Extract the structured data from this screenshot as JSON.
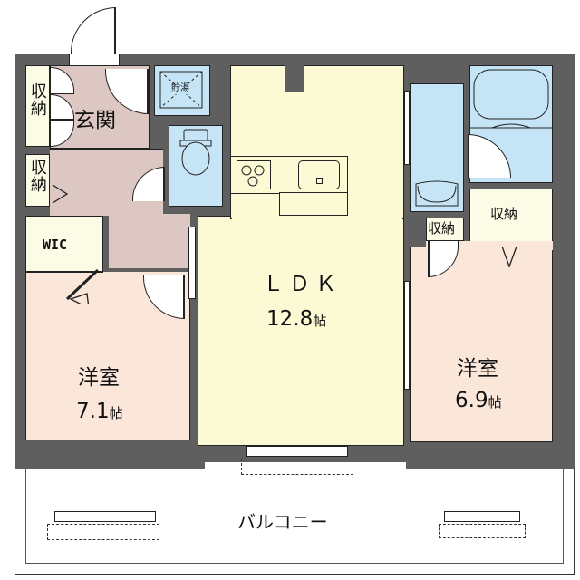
{
  "floorplan": {
    "colors": {
      "wall": "#5f5f5f",
      "storage": "#fcfbe6",
      "entrance": "#ddc7c3",
      "wet_area": "#c5e5f7",
      "ldk": "#fbfad4",
      "bedroom": "#fbe6da"
    },
    "rooms": {
      "ldk": {
        "name": "ＬＤＫ",
        "size": "12.8",
        "unit": "帖"
      },
      "western_left": {
        "name": "洋室",
        "size": "7.1",
        "unit": "帖"
      },
      "western_right": {
        "name": "洋室",
        "size": "6.9",
        "unit": "帖"
      },
      "entrance": {
        "name": "玄関"
      },
      "wic": {
        "name": "WIC"
      },
      "water_heater": {
        "name": "貯湯"
      },
      "storage_entrance": {
        "name": "収納"
      },
      "storage_hall": {
        "name": "収納"
      },
      "storage_small": {
        "name": "収納"
      },
      "storage_right": {
        "name": "収納"
      },
      "balcony": {
        "name": "バルコニー"
      }
    }
  }
}
